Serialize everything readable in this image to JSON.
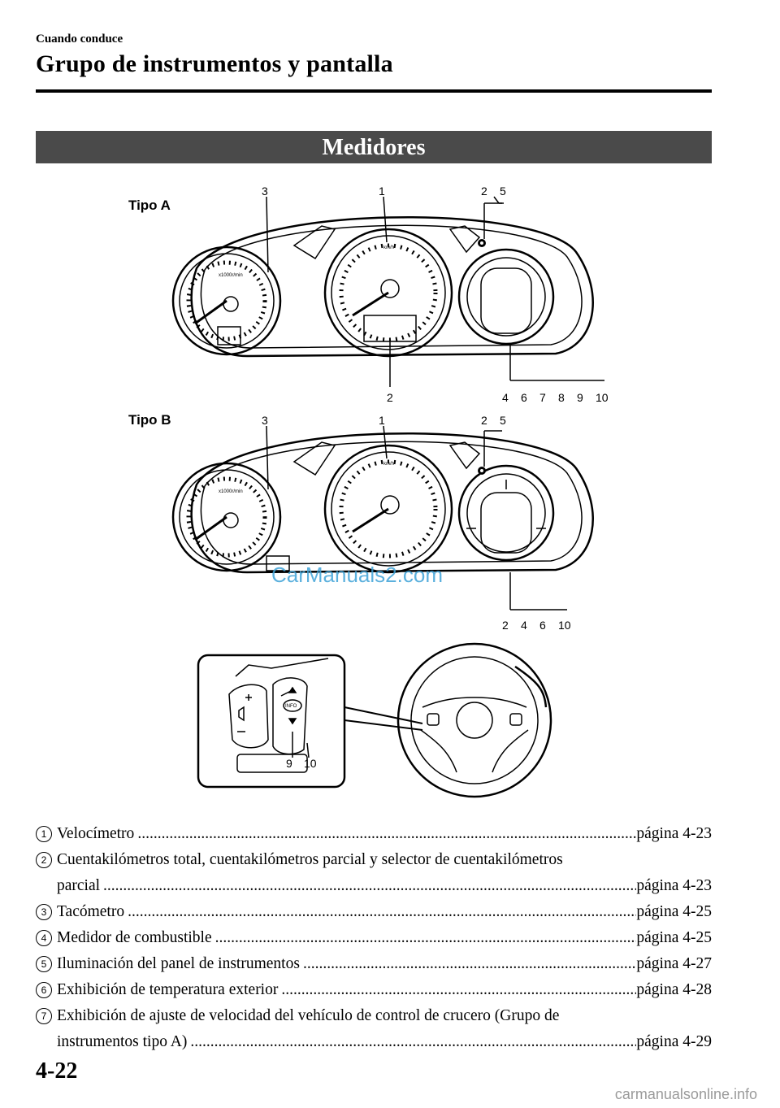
{
  "header": {
    "section": "Cuando conduce",
    "title": "Grupo de instrumentos y pantalla"
  },
  "section_title": "Medidores",
  "figure": {
    "type_a_label": "Tipo A",
    "type_b_label": "Tipo B",
    "tach_unit": "x1000r/min",
    "speed_unit": "km/h",
    "info_button": "INFO",
    "callouts_a": {
      "tach": "3",
      "speed": "1",
      "top_right": [
        "2",
        "5"
      ],
      "odo": "2",
      "display": [
        "4",
        "6",
        "7",
        "8",
        "9",
        "10"
      ]
    },
    "callouts_b": {
      "tach": "3",
      "speed": "1",
      "top_right": [
        "2",
        "5"
      ],
      "display": [
        "2",
        "4",
        "6",
        "10"
      ]
    },
    "callouts_wheel": [
      "9",
      "10"
    ],
    "watermark": "CarManuals2.com"
  },
  "items": [
    {
      "num": "1",
      "text": "Velocímetro",
      "page": "página 4-23"
    },
    {
      "num": "2",
      "text": "Cuentakilómetros total, cuentakilómetros parcial y selector de cuentakilómetros",
      "cont": "parcial",
      "page": "página 4-23"
    },
    {
      "num": "3",
      "text": "Tacómetro",
      "page": "página 4-25"
    },
    {
      "num": "4",
      "text": "Medidor de combustible",
      "page": "página 4-25"
    },
    {
      "num": "5",
      "text": "Iluminación del panel de instrumentos",
      "page": "página 4-27"
    },
    {
      "num": "6",
      "text": "Exhibición de temperatura exterior",
      "page": "página 4-28"
    },
    {
      "num": "7",
      "text": "Exhibición de ajuste de velocidad del vehículo de control de crucero (Grupo de",
      "cont": "instrumentos tipo A)",
      "page": "página 4-29"
    }
  ],
  "page_number": "4-22",
  "footer": "carmanualsonline.info"
}
